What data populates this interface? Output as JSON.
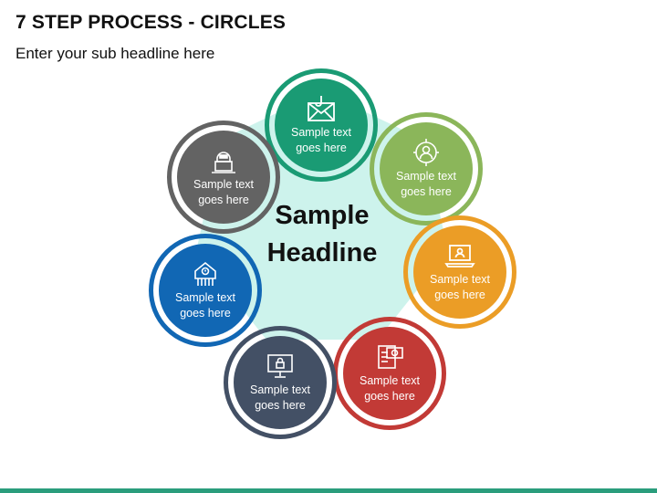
{
  "header": {
    "title": "7 STEP PROCESS - CIRCLES",
    "subtitle": "Enter your sub headline here"
  },
  "colors": {
    "hub": "#cdf3ec",
    "bottom_bar": "#2a9d7c"
  },
  "center": {
    "line1": "Sample",
    "line2": "Headline"
  },
  "steps": [
    {
      "label1": "Sample text",
      "label2": "goes here",
      "icon": "envelope-hook-icon",
      "color": "#1a9b74"
    },
    {
      "label1": "Sample text",
      "label2": "goes here",
      "icon": "target-user-icon",
      "color": "#8bb65a"
    },
    {
      "label1": "Sample text",
      "label2": "goes here",
      "icon": "laptop-user-icon",
      "color": "#eb9d26"
    },
    {
      "label1": "Sample text",
      "label2": "goes here",
      "icon": "money-document-icon",
      "color": "#c23a36"
    },
    {
      "label1": "Sample text",
      "label2": "goes here",
      "icon": "monitor-lock-icon",
      "color": "#435065"
    },
    {
      "label1": "Sample text",
      "label2": "goes here",
      "icon": "email-alert-circuit-icon",
      "color": "#1167b4"
    },
    {
      "label1": "Sample text",
      "label2": "goes here",
      "icon": "hacker-laptop-icon",
      "color": "#636363"
    }
  ]
}
